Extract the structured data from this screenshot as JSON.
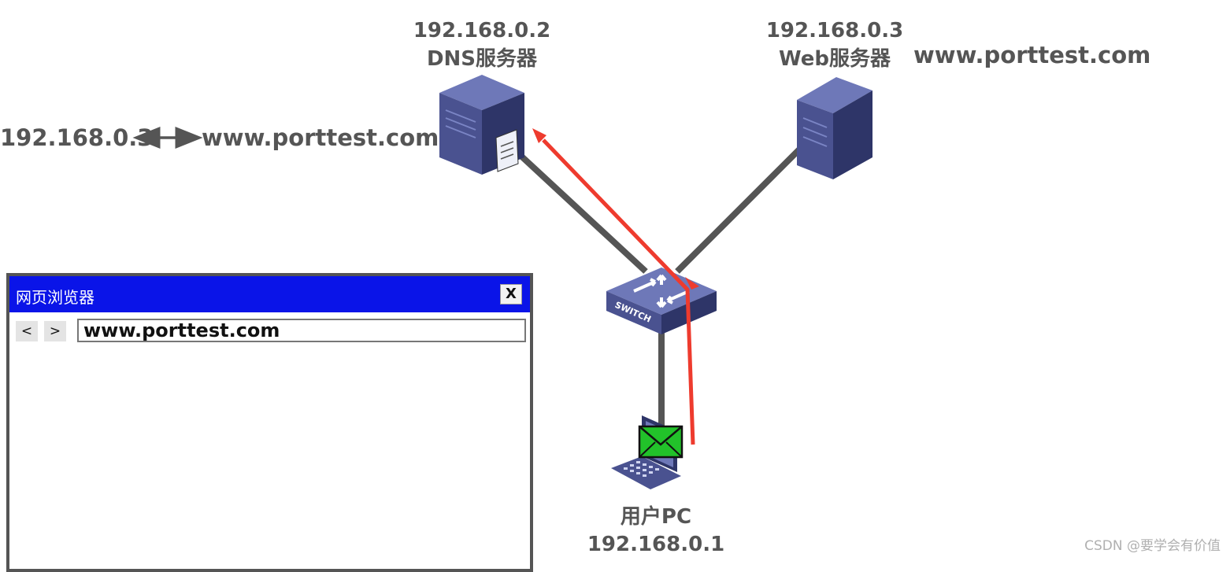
{
  "dns_server": {
    "ip": "192.168.0.2",
    "name": "DNS服务器"
  },
  "web_server": {
    "ip": "192.168.0.3",
    "name": "Web服务器",
    "domain": "www.porttest.com"
  },
  "dns_record": {
    "ip": "192.168.0.3",
    "domain": "www.porttest.com"
  },
  "switch": {
    "label": "SWITCH"
  },
  "user_pc": {
    "name": "用户PC",
    "ip": "192.168.0.1"
  },
  "browser": {
    "title": "网页浏览器",
    "close_label": "X",
    "back_label": "<",
    "forward_label": ">",
    "url": "www.porttest.com"
  },
  "watermark": "CSDN @要学会有价值",
  "colors": {
    "titlebar": "#0a14e8",
    "arrow": "#ee3b2e",
    "mail": "#22c22a",
    "device": "#4a5290",
    "link": "#555555"
  },
  "icons": [
    "dns-server-icon",
    "web-server-icon",
    "switch-icon",
    "laptop-icon",
    "mail-envelope-icon"
  ]
}
